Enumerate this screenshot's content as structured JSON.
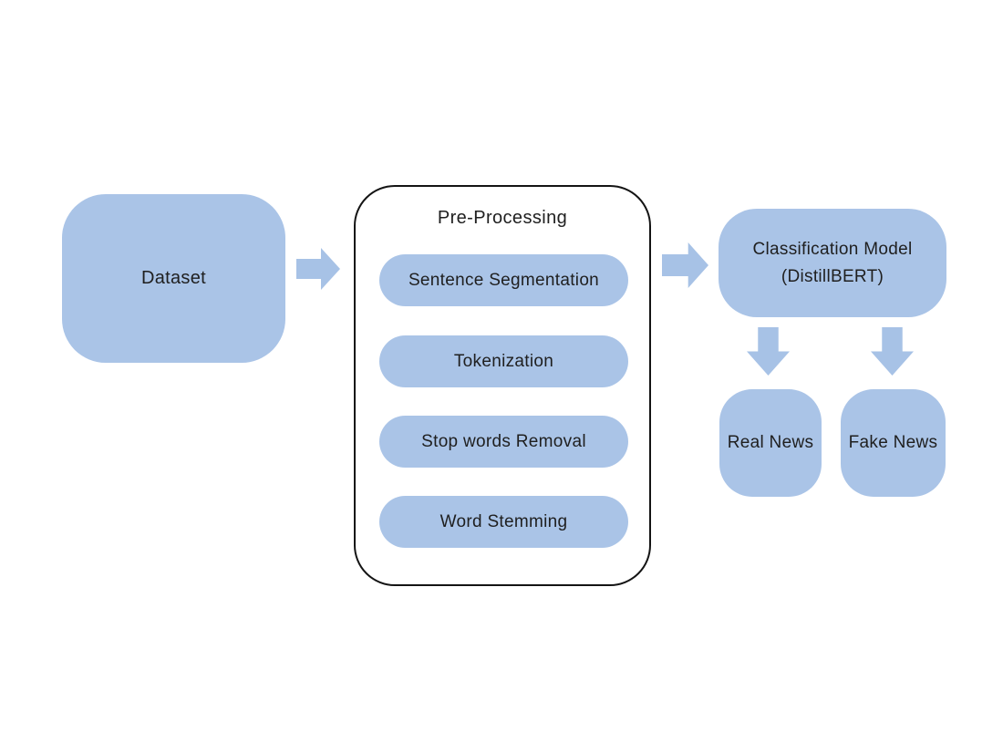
{
  "colors": {
    "background": "#ffffff",
    "node_fill": "#aac4e7",
    "arrow_fill": "#a7c2e6",
    "container_border": "#141414",
    "container_fill": "#ffffff",
    "text_color": "#1f1f1f"
  },
  "diagram": {
    "dataset": {
      "label": "Dataset"
    },
    "preprocessing": {
      "title": "Pre-Processing",
      "steps": [
        {
          "label": "Sentence Segmentation"
        },
        {
          "label": "Tokenization"
        },
        {
          "label": "Stop words Removal"
        },
        {
          "label": "Word Stemming"
        }
      ]
    },
    "classifier": {
      "label_line1": "Classification Model",
      "label_line2": "(DistillBERT)"
    },
    "outputs": [
      {
        "label": "Real News"
      },
      {
        "label": "Fake News"
      }
    ],
    "icons": {
      "flow_arrow_right": "arrow-right-icon",
      "flow_arrow_down": "arrow-down-icon"
    }
  }
}
